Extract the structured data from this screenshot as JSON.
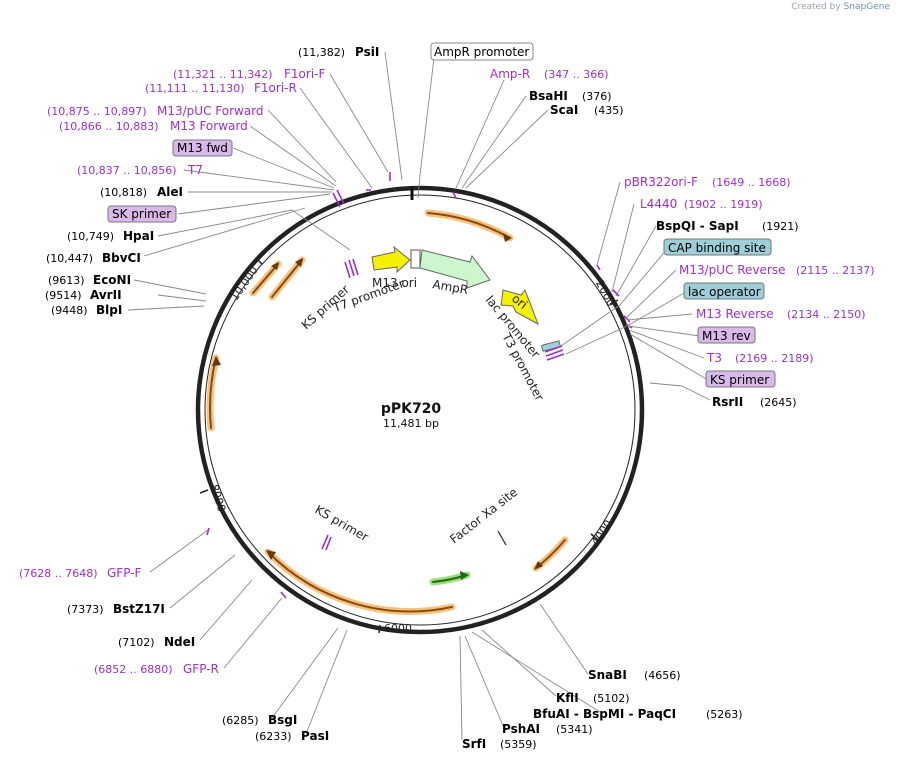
{
  "credit": {
    "prefix": "Created by",
    "brand": "SnapGene"
  },
  "plasmid": {
    "name": "pPK720",
    "length": "11,481 bp"
  },
  "ticks": [
    "2000",
    "4000",
    "6000",
    "8000",
    "10,000"
  ],
  "colors": {
    "primer": "#9b30c9",
    "enzyme": "#000000",
    "leader": "#777777",
    "ring": "#222222"
  },
  "labels": [
    {
      "type": "enzyme",
      "pos": "(11,382)",
      "name": "PsiI"
    },
    {
      "type": "feature",
      "name": "AmpR promoter",
      "box": "white"
    },
    {
      "type": "primer",
      "name": "Amp-R",
      "pos": "(347 .. 366)"
    },
    {
      "type": "enzyme",
      "name": "BsaHI",
      "pos": "(376)"
    },
    {
      "type": "enzyme",
      "name": "ScaI",
      "pos": "(435)"
    },
    {
      "type": "primer",
      "pos": "(11,321 .. 11,342)",
      "name": "F1ori-F"
    },
    {
      "type": "primer",
      "pos": "(11,111 .. 11,130)",
      "name": "F1ori-R"
    },
    {
      "type": "primer",
      "pos": "(10,875 .. 10,897)",
      "name": "M13/pUC Forward"
    },
    {
      "type": "primer",
      "pos": "(10,866 .. 10,883)",
      "name": "M13 Forward"
    },
    {
      "type": "feature",
      "name": "M13 fwd",
      "box": "purple"
    },
    {
      "type": "primer",
      "pos": "(10,837 .. 10,856)",
      "name": "T7"
    },
    {
      "type": "enzyme",
      "pos": "(10,818)",
      "name": "AleI"
    },
    {
      "type": "feature",
      "name": "SK primer",
      "box": "purple"
    },
    {
      "type": "enzyme",
      "pos": "(10,749)",
      "name": "HpaI"
    },
    {
      "type": "enzyme",
      "pos": "(10,447)",
      "name": "BbvCI"
    },
    {
      "type": "enzyme",
      "pos": "(9613)",
      "name": "EcoNI"
    },
    {
      "type": "enzyme",
      "pos": "(9514)",
      "name": "AvrII"
    },
    {
      "type": "enzyme",
      "pos": "(9448)",
      "name": "BlpI"
    },
    {
      "type": "primer",
      "name": "pBR322ori-F",
      "pos": "(1649 .. 1668)"
    },
    {
      "type": "primer",
      "name": "L4440",
      "pos": "(1902 .. 1919)"
    },
    {
      "type": "enzyme",
      "name": "BspQI - SapI",
      "pos": "(1921)"
    },
    {
      "type": "feature",
      "name": "CAP binding site",
      "box": "teal"
    },
    {
      "type": "primer",
      "name": "M13/pUC Reverse",
      "pos": "(2115 .. 2137)"
    },
    {
      "type": "feature",
      "name": "lac operator",
      "box": "teal"
    },
    {
      "type": "primer",
      "name": "M13 Reverse",
      "pos": "(2134 .. 2150)"
    },
    {
      "type": "feature",
      "name": "M13 rev",
      "box": "purple"
    },
    {
      "type": "primer",
      "name": "T3",
      "pos": "(2169 .. 2189)"
    },
    {
      "type": "feature",
      "name": "KS primer",
      "box": "purple"
    },
    {
      "type": "enzyme",
      "name": "RsrII",
      "pos": "(2645)"
    },
    {
      "type": "primer",
      "pos": "(7628 .. 7648)",
      "name": "GFP-F"
    },
    {
      "type": "enzyme",
      "pos": "(7373)",
      "name": "BstZ17I"
    },
    {
      "type": "enzyme",
      "pos": "(7102)",
      "name": "NdeI"
    },
    {
      "type": "primer",
      "pos": "(6852 .. 6880)",
      "name": "GFP-R"
    },
    {
      "type": "enzyme",
      "pos": "(6285)",
      "name": "BsgI"
    },
    {
      "type": "enzyme",
      "pos": "(6233)",
      "name": "PasI"
    },
    {
      "type": "enzyme",
      "name": "SnaBI",
      "pos": "(4656)"
    },
    {
      "type": "enzyme",
      "name": "KflI",
      "pos": "(5102)"
    },
    {
      "type": "enzyme",
      "name": "BfuAI - BspMI - PaqCI",
      "pos": "(5263)"
    },
    {
      "type": "enzyme",
      "name": "PshAI",
      "pos": "(5341)"
    },
    {
      "type": "enzyme",
      "name": "SrfI",
      "pos": "(5359)"
    }
  ],
  "inner_labels": [
    "KS primer",
    "M13 ori",
    "T7 promoter",
    "AmpR",
    "ori",
    "lac promoter",
    "T3 promoter",
    "KS primer",
    "Factor Xa site"
  ]
}
